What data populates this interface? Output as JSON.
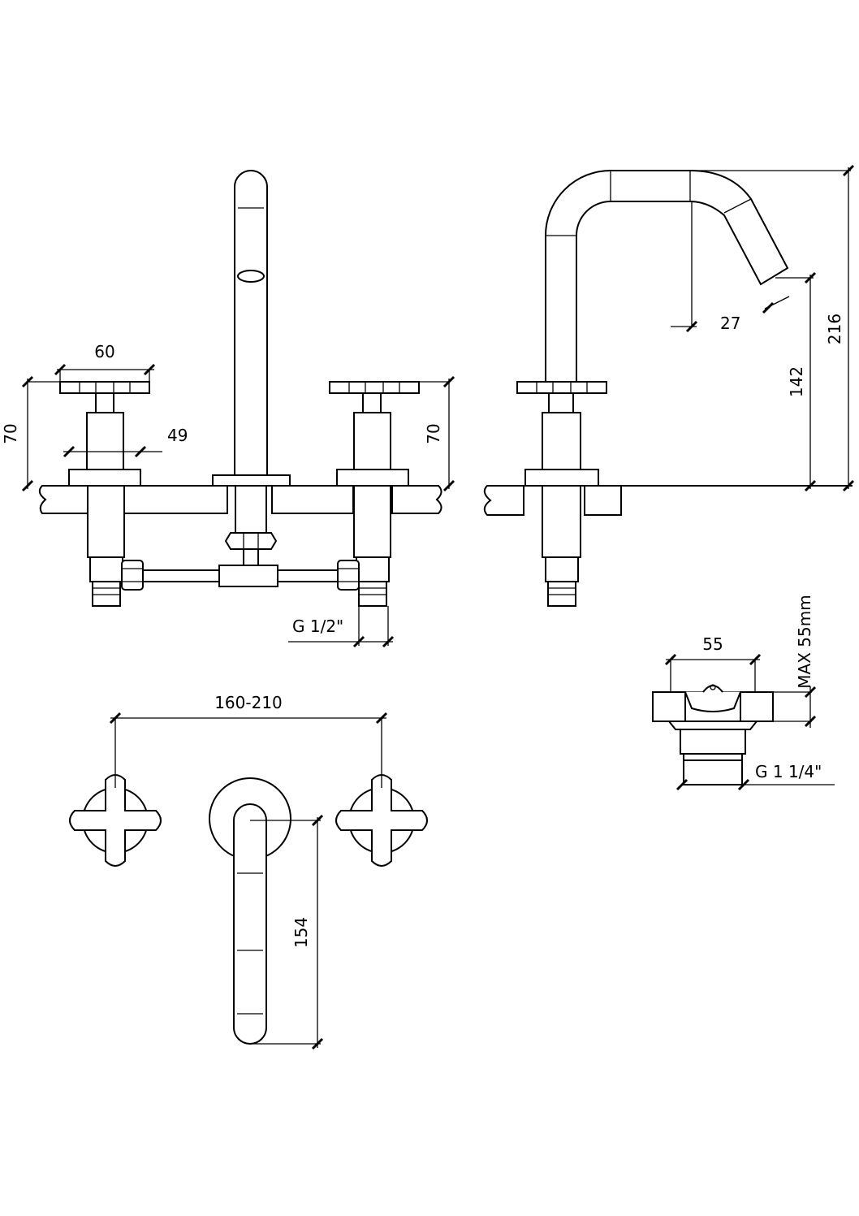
{
  "dimensions": {
    "handle_width": "60",
    "flange_width": "49",
    "handle_height_left": "70",
    "handle_height_right": "70",
    "connection_thread": "G 1/2\"",
    "spout_reach": "27",
    "spout_outlet_height": "142",
    "total_height": "216",
    "handle_spacing": "160-210",
    "spout_length": "154",
    "drain_width": "55",
    "max_thickness": "MAX 55mm",
    "drain_thread": "G 1 1/4\""
  },
  "colors": {
    "line": "#000000",
    "background": "#ffffff"
  }
}
